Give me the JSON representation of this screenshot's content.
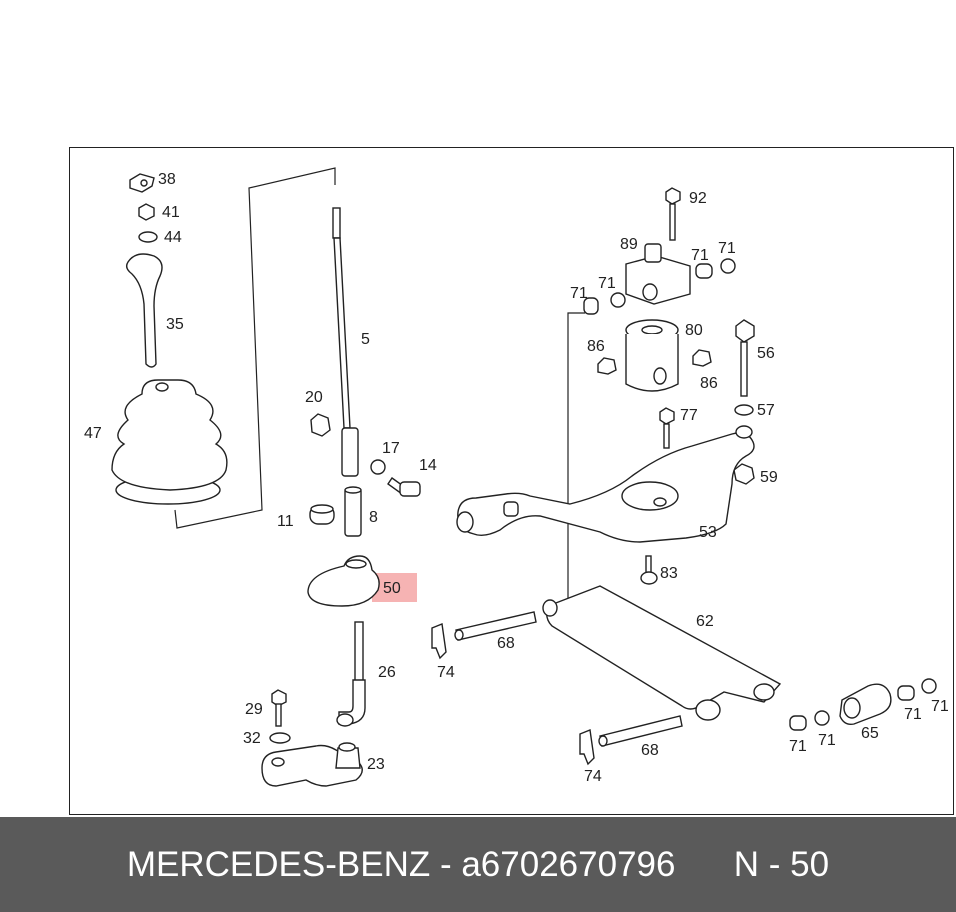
{
  "labels": {
    "p38": "38",
    "p41": "41",
    "p44": "44",
    "p35": "35",
    "p47": "47",
    "p5": "5",
    "p20": "20",
    "p17": "17",
    "p14": "14",
    "p11": "11",
    "p8": "8",
    "p50": "50",
    "p26": "26",
    "p29": "29",
    "p32": "32",
    "p23": "23",
    "p92": "92",
    "p89": "89",
    "p71a": "71",
    "p71b": "71",
    "p71c": "71",
    "p71d": "71",
    "p80": "80",
    "p56": "56",
    "p86a": "86",
    "p86b": "86",
    "p77": "77",
    "p57": "57",
    "p59": "59",
    "p53": "53",
    "p83": "83",
    "p62": "62",
    "p68a": "68",
    "p74a": "74",
    "p68b": "68",
    "p74b": "74",
    "p71e": "71",
    "p71f": "71",
    "p65": "65",
    "p71g": "71",
    "p71h": "71"
  },
  "highlight": {
    "part": "50",
    "color": "#f4a6a6"
  },
  "footer": {
    "text": "MERCEDES-BENZ - a6702670796      N - 50"
  }
}
